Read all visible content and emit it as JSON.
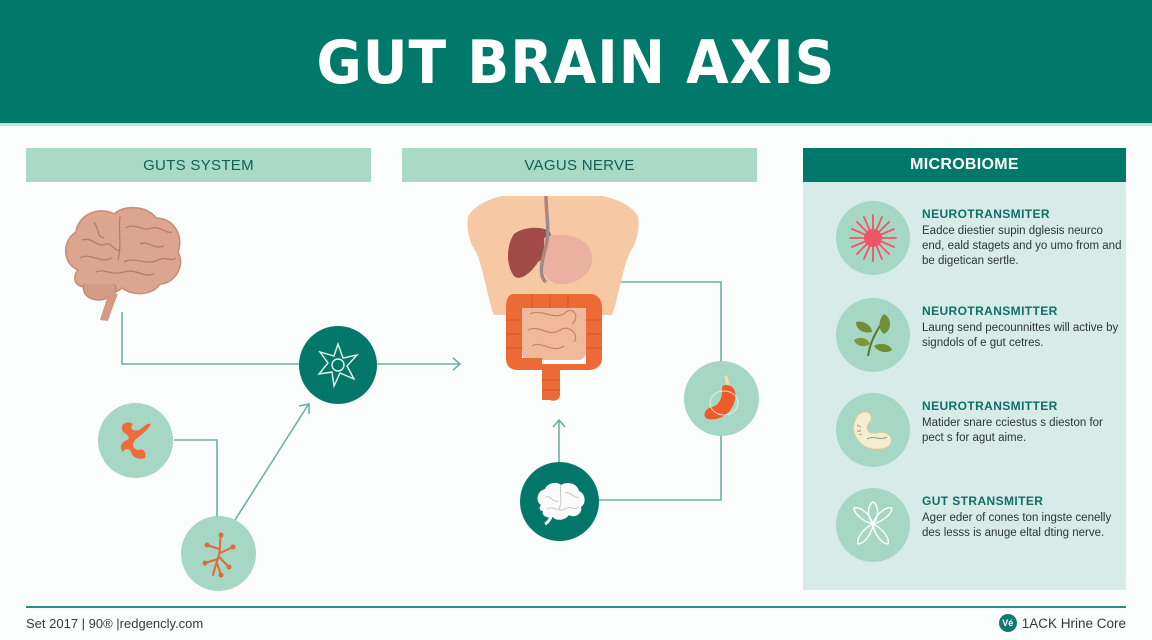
{
  "header": {
    "title": "GUT BRAIN AXIS",
    "bg_color": "#00796b"
  },
  "sections": {
    "guts_system": {
      "label": "GUTS SYSTEM"
    },
    "vagus_nerve": {
      "label": "VAGUS NERVE"
    },
    "microbiome": {
      "label": "MICROBIOME",
      "items": [
        {
          "icon": "bacteria-burst-icon",
          "title": "NEUROTRANSMITER",
          "desc": "Eadce diestier supin dglesis neurco end, eald stagets and yo umo from and be digetican sertle."
        },
        {
          "icon": "leaf-sprout-icon",
          "title": "NEUROTRANSMITTER",
          "desc": "Laung send pecounnittes will active by signdols of e gut cetres."
        },
        {
          "icon": "stomach-outline-icon",
          "title": "NEUROTRANSMITTER",
          "desc": "Matider snare cciestus s dieston for pect s for agut aime."
        },
        {
          "icon": "flower-outline-icon",
          "title": "GUT STRANSMITER",
          "desc": "Ager eder of cones ton ingste cenelly des lesss is anuge eltal dting nerve."
        }
      ]
    }
  },
  "diagram": {
    "nodes": [
      {
        "id": "brain-illustration",
        "icon": "brain-icon"
      },
      {
        "id": "hub-node",
        "icon": "star-neuron-icon"
      },
      {
        "id": "gut-bacteria-node",
        "icon": "gut-bacteria-icon"
      },
      {
        "id": "neuron-node",
        "icon": "neuron-icon"
      },
      {
        "id": "torso-illustration",
        "icon": "digestive-system-icon"
      },
      {
        "id": "stomach-node",
        "icon": "stomach-icon"
      },
      {
        "id": "brain-node",
        "icon": "brain-outline-icon"
      }
    ],
    "colors": {
      "dark_node": "#03786a",
      "light_node": "#a6d6c4",
      "connector": "#5fa9a0",
      "intestine": "#ea6a3a"
    }
  },
  "footer": {
    "left_text": "Set 2017 | 90® |redgencly.com",
    "logo_glyph": "Vé",
    "right_text": "1ACK Hrine Core"
  }
}
